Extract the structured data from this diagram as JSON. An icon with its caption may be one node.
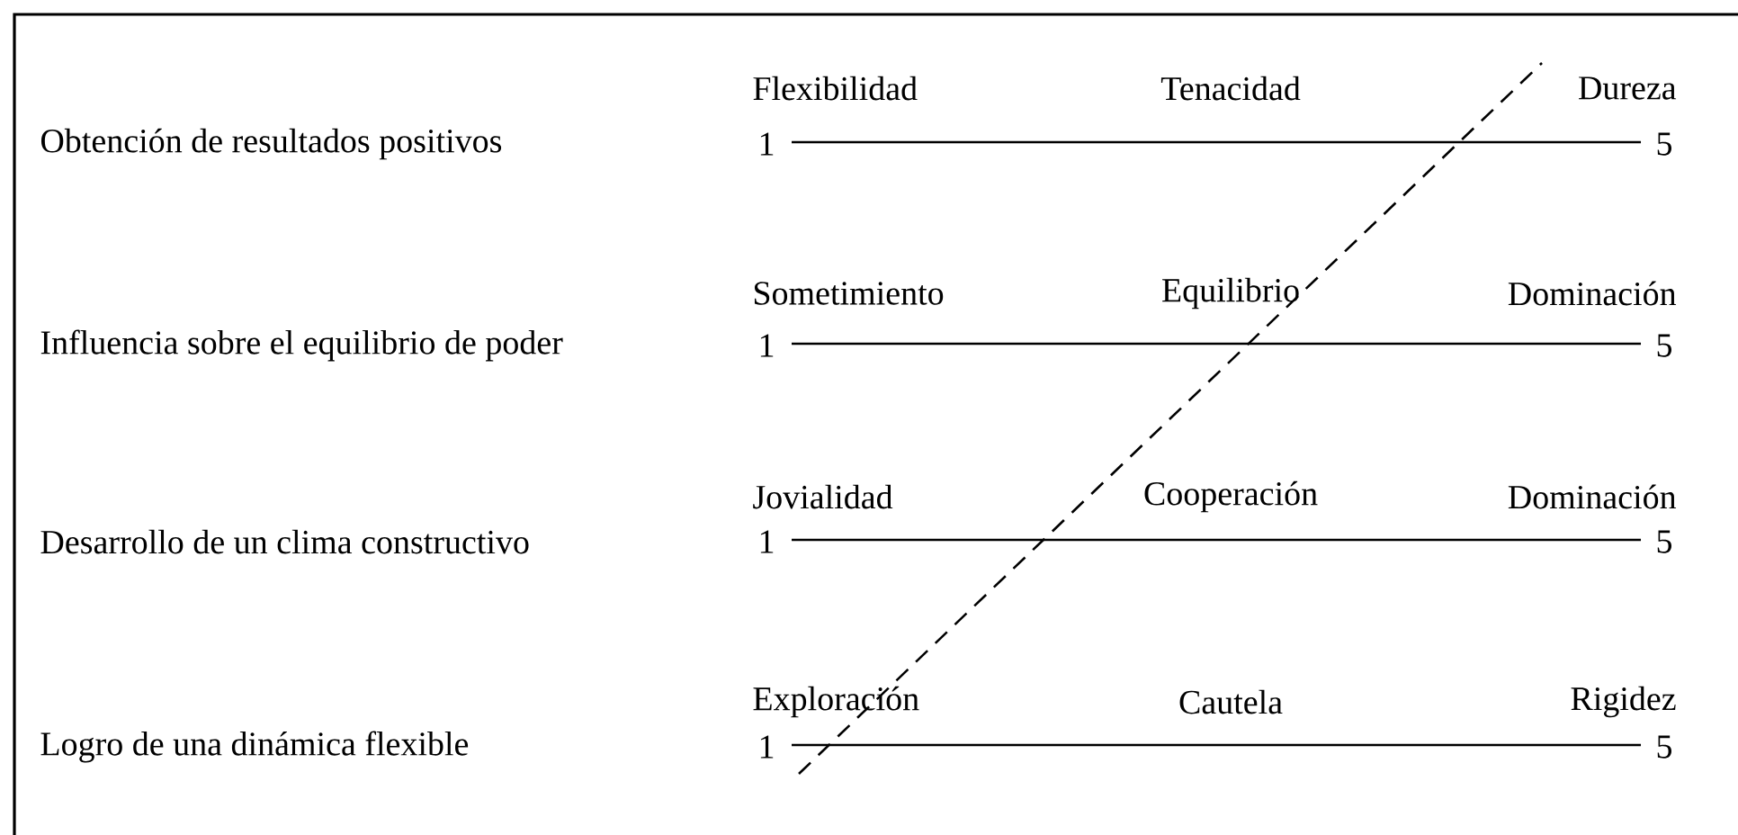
{
  "diagram": {
    "labels": [
      "Flexibilidad",
      "Tenacidad",
      "Dureza",
      "Obtención de resultados positivos",
      "1",
      "5",
      "Sometimiento",
      "Equilibrio",
      "Dominación",
      "Influencia sobre el equilibrio de poder",
      "1",
      "5",
      "Jovialidad",
      "Cooperación",
      "Dominación",
      "Desarrollo de un clima constructivo",
      "1",
      "5",
      "Exploración",
      "Cautela",
      "Rigidez",
      "Logro de una dinámica flexible",
      "1",
      "5"
    ]
  }
}
